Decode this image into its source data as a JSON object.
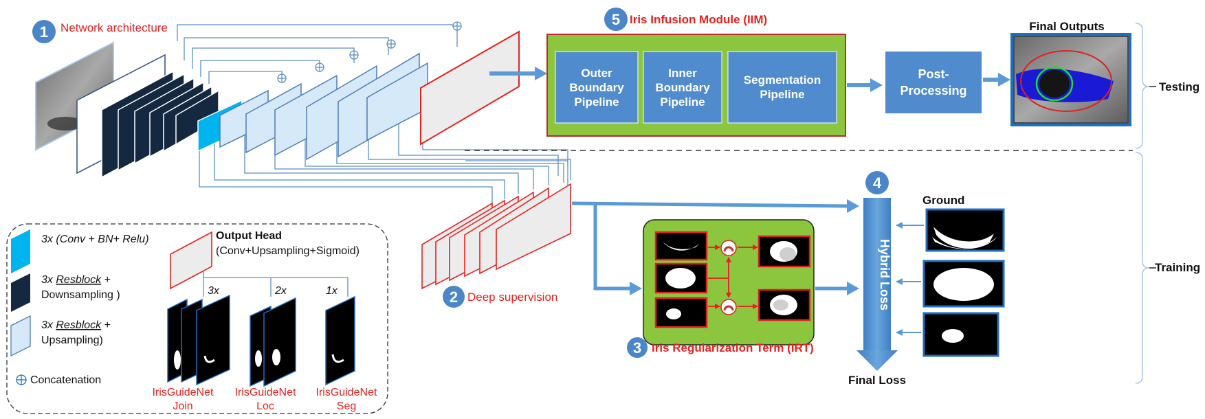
{
  "labels": {
    "network_architecture": "Network architecture",
    "deep_supervision": "Deep supervision",
    "iris_regularization_term": "Iris Regularization Term (IRT)",
    "hybrid_loss": "Hybrid Loss",
    "iris_infusion_module": "Iris Infusion Module (IIM)",
    "final_outputs": "Final Outputs",
    "final_loss": "Final Loss",
    "ground": "Ground",
    "testing": "Testing",
    "training": "Training"
  },
  "step_numbers": {
    "one": "1",
    "two": "2",
    "three": "3",
    "four": "4",
    "five": "5"
  },
  "iim_boxes": {
    "outer": [
      "Outer",
      "Boundary",
      "Pipeline"
    ],
    "inner": [
      "Inner",
      "Boundary",
      "Pipeline"
    ],
    "seg": [
      "Segmentation",
      "Pipeline"
    ]
  },
  "post_processing": [
    "Post-",
    "Processing"
  ],
  "legend": {
    "conv_prefix": "3x",
    "conv_text": "(Conv + BN+ Relu)",
    "resblock_prefix": "3x",
    "resblock_word": "Resblock",
    "resblock_plus": "+",
    "downsampling": "Downsampling )",
    "up_prefix": "3x",
    "up_word": "Resblock",
    "up_plus": "+",
    "upsampling": "Upsampling)",
    "concatenation": "Concatenation",
    "output_head_title": "Output Head",
    "output_head_desc": "(Conv+Upsampling+Sigmoid)",
    "counts": [
      "3x",
      "2x",
      "1x"
    ],
    "variants": [
      [
        "IrisGuideNet",
        "Join"
      ],
      [
        "IrisGuideNet",
        "Loc"
      ],
      [
        "IrisGuideNet",
        "Seg"
      ]
    ]
  },
  "colors": {
    "red_text": "#e8201e",
    "step_circle": "#4a86c8",
    "box_blue": "#4f8bcd",
    "box_green": "#8cc63f",
    "dark_block": "#14283f",
    "light_block": "#d6e9f8",
    "cyan_block": "#00b4f0",
    "arrow_blue": "#5a9ad6",
    "line_blue": "#5b8ec6"
  }
}
